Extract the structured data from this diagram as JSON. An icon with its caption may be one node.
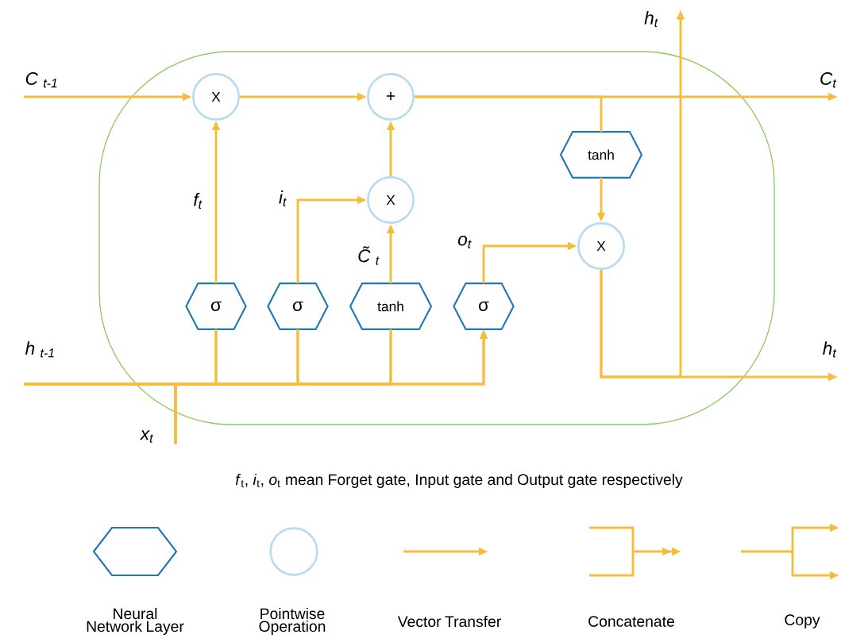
{
  "diagram": {
    "caption": "*f*$_{t}$, *i*$_{t}$, *o*$_{t}$ mean Forget gate, Input gate and Output gate respectively",
    "nodes": [
      {
        "text": [
          "X"
        ]
      },
      {
        "text": [
          "+"
        ]
      },
      {
        "text": [
          "X"
        ]
      },
      {
        "text": [
          "X"
        ]
      },
      {
        "text": [
          "σ"
        ]
      },
      {
        "text": [
          "σ"
        ]
      },
      {
        "text": [
          "tanh"
        ]
      },
      {
        "text": [
          "σ"
        ]
      },
      {
        "text": [
          "tanh"
        ]
      },
      {
        "text": [
          "C $_{t-1}$"
        ]
      },
      {
        "text": [
          "h $_{t-1}$"
        ]
      },
      {
        "text": [
          "x$_{t}$"
        ]
      },
      {
        "text": [
          "h$_{t}$"
        ]
      },
      {
        "text": [
          "C$_{t}$"
        ]
      },
      {
        "text": [
          "h$_{t}$"
        ]
      }
    ],
    "edges": [
      {
        "from": 9,
        "to": 0,
        "arrow": "to"
      },
      {
        "from": 0,
        "to": 1,
        "arrow": "to"
      },
      {
        "from": 1,
        "to": 13,
        "arrow": "to"
      },
      {
        "from": 1,
        "to": 8,
        "arrow": "none"
      },
      {
        "from": 8,
        "to": 3,
        "arrow": "to"
      },
      {
        "from": 4,
        "to": 0,
        "arrow": "to",
        "label": "f$_{t}$"
      },
      {
        "from": 5,
        "to": 2,
        "arrow": "to",
        "label": "i$_{t}$"
      },
      {
        "from": 6,
        "to": 2,
        "arrow": "to",
        "label": "C̃ $_{t}$"
      },
      {
        "from": 2,
        "to": 1,
        "arrow": "to"
      },
      {
        "from": 7,
        "to": 3,
        "arrow": "to",
        "label": "o$_{t}$"
      },
      {
        "from": 3,
        "to": 14,
        "arrow": "to"
      },
      {
        "from": 3,
        "to": 12,
        "arrow": "to"
      },
      {
        "from": 10,
        "to": 4,
        "arrow": "none"
      },
      {
        "from": 10,
        "to": 5,
        "arrow": "none"
      },
      {
        "from": 10,
        "to": 6,
        "arrow": "none"
      },
      {
        "from": 10,
        "to": 7,
        "arrow": "to"
      },
      {
        "from": 11,
        "to": 4,
        "arrow": "none"
      },
      {
        "from": 11,
        "to": 5,
        "arrow": "none"
      },
      {
        "from": 11,
        "to": 6,
        "arrow": "none"
      },
      {
        "from": 11,
        "to": 7,
        "arrow": "to"
      }
    ],
    "legend": [
      {
        "text": "Neural Network Layer"
      },
      {
        "text": "Pointwise Operation"
      },
      {
        "text": "Vector Transfer"
      },
      {
        "text": "Concatenate"
      },
      {
        "text": "Copy"
      }
    ]
  }
}
